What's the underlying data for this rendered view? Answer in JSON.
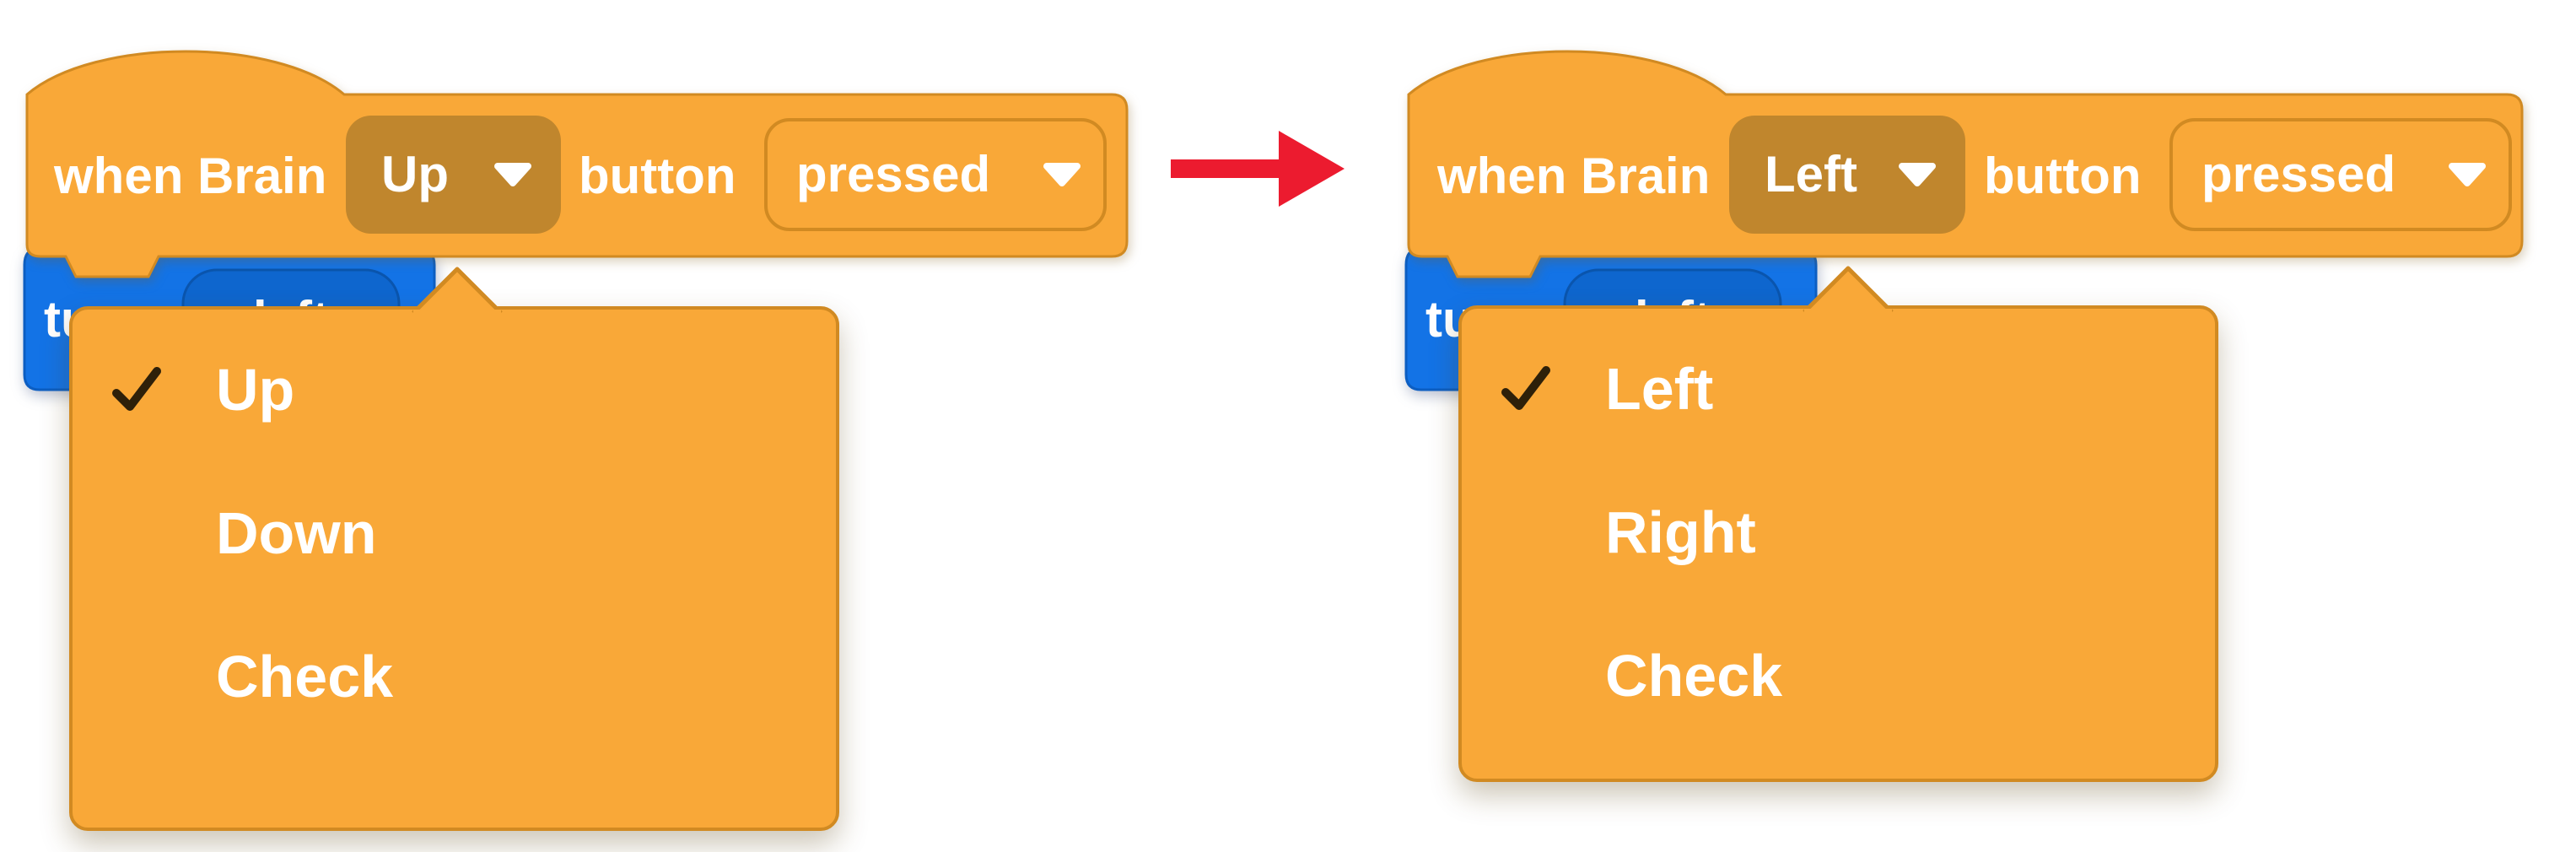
{
  "colors": {
    "canvas-bg": "#ffffff",
    "block-orange": "#F9A838",
    "block-orange-border": "#D18A22",
    "field-dark-orange": "#C0862D",
    "menu-orange": "#F9A838",
    "menu-border": "#D18A22",
    "check-dark": "#2E2009",
    "block-blue": "#1373E6",
    "block-blue-border": "#0C5EC2",
    "field-blue": "#0E66CE",
    "field-blue-border": "#0A55AE",
    "arrow-red": "#EC1B2F",
    "text-white": "#ffffff"
  },
  "left_script": {
    "hat_block": {
      "label_prefix": "when Brain",
      "button_dropdown_value": "Up",
      "label_middle": "button",
      "state_dropdown_value": "pressed"
    },
    "turn_block": {
      "label": "turn",
      "direction_dropdown_value": "left"
    },
    "dropdown_menu": {
      "items": [
        {
          "label": "Up",
          "checked": true
        },
        {
          "label": "Down",
          "checked": false
        },
        {
          "label": "Check",
          "checked": false
        }
      ]
    }
  },
  "right_script": {
    "hat_block": {
      "label_prefix": "when Brain",
      "button_dropdown_value": "Left",
      "label_middle": "button",
      "state_dropdown_value": "pressed"
    },
    "turn_block": {
      "label": "turn",
      "direction_dropdown_value": "left"
    },
    "dropdown_menu": {
      "items": [
        {
          "label": "Left",
          "checked": true
        },
        {
          "label": "Right",
          "checked": false
        },
        {
          "label": "Check",
          "checked": false
        }
      ]
    }
  }
}
